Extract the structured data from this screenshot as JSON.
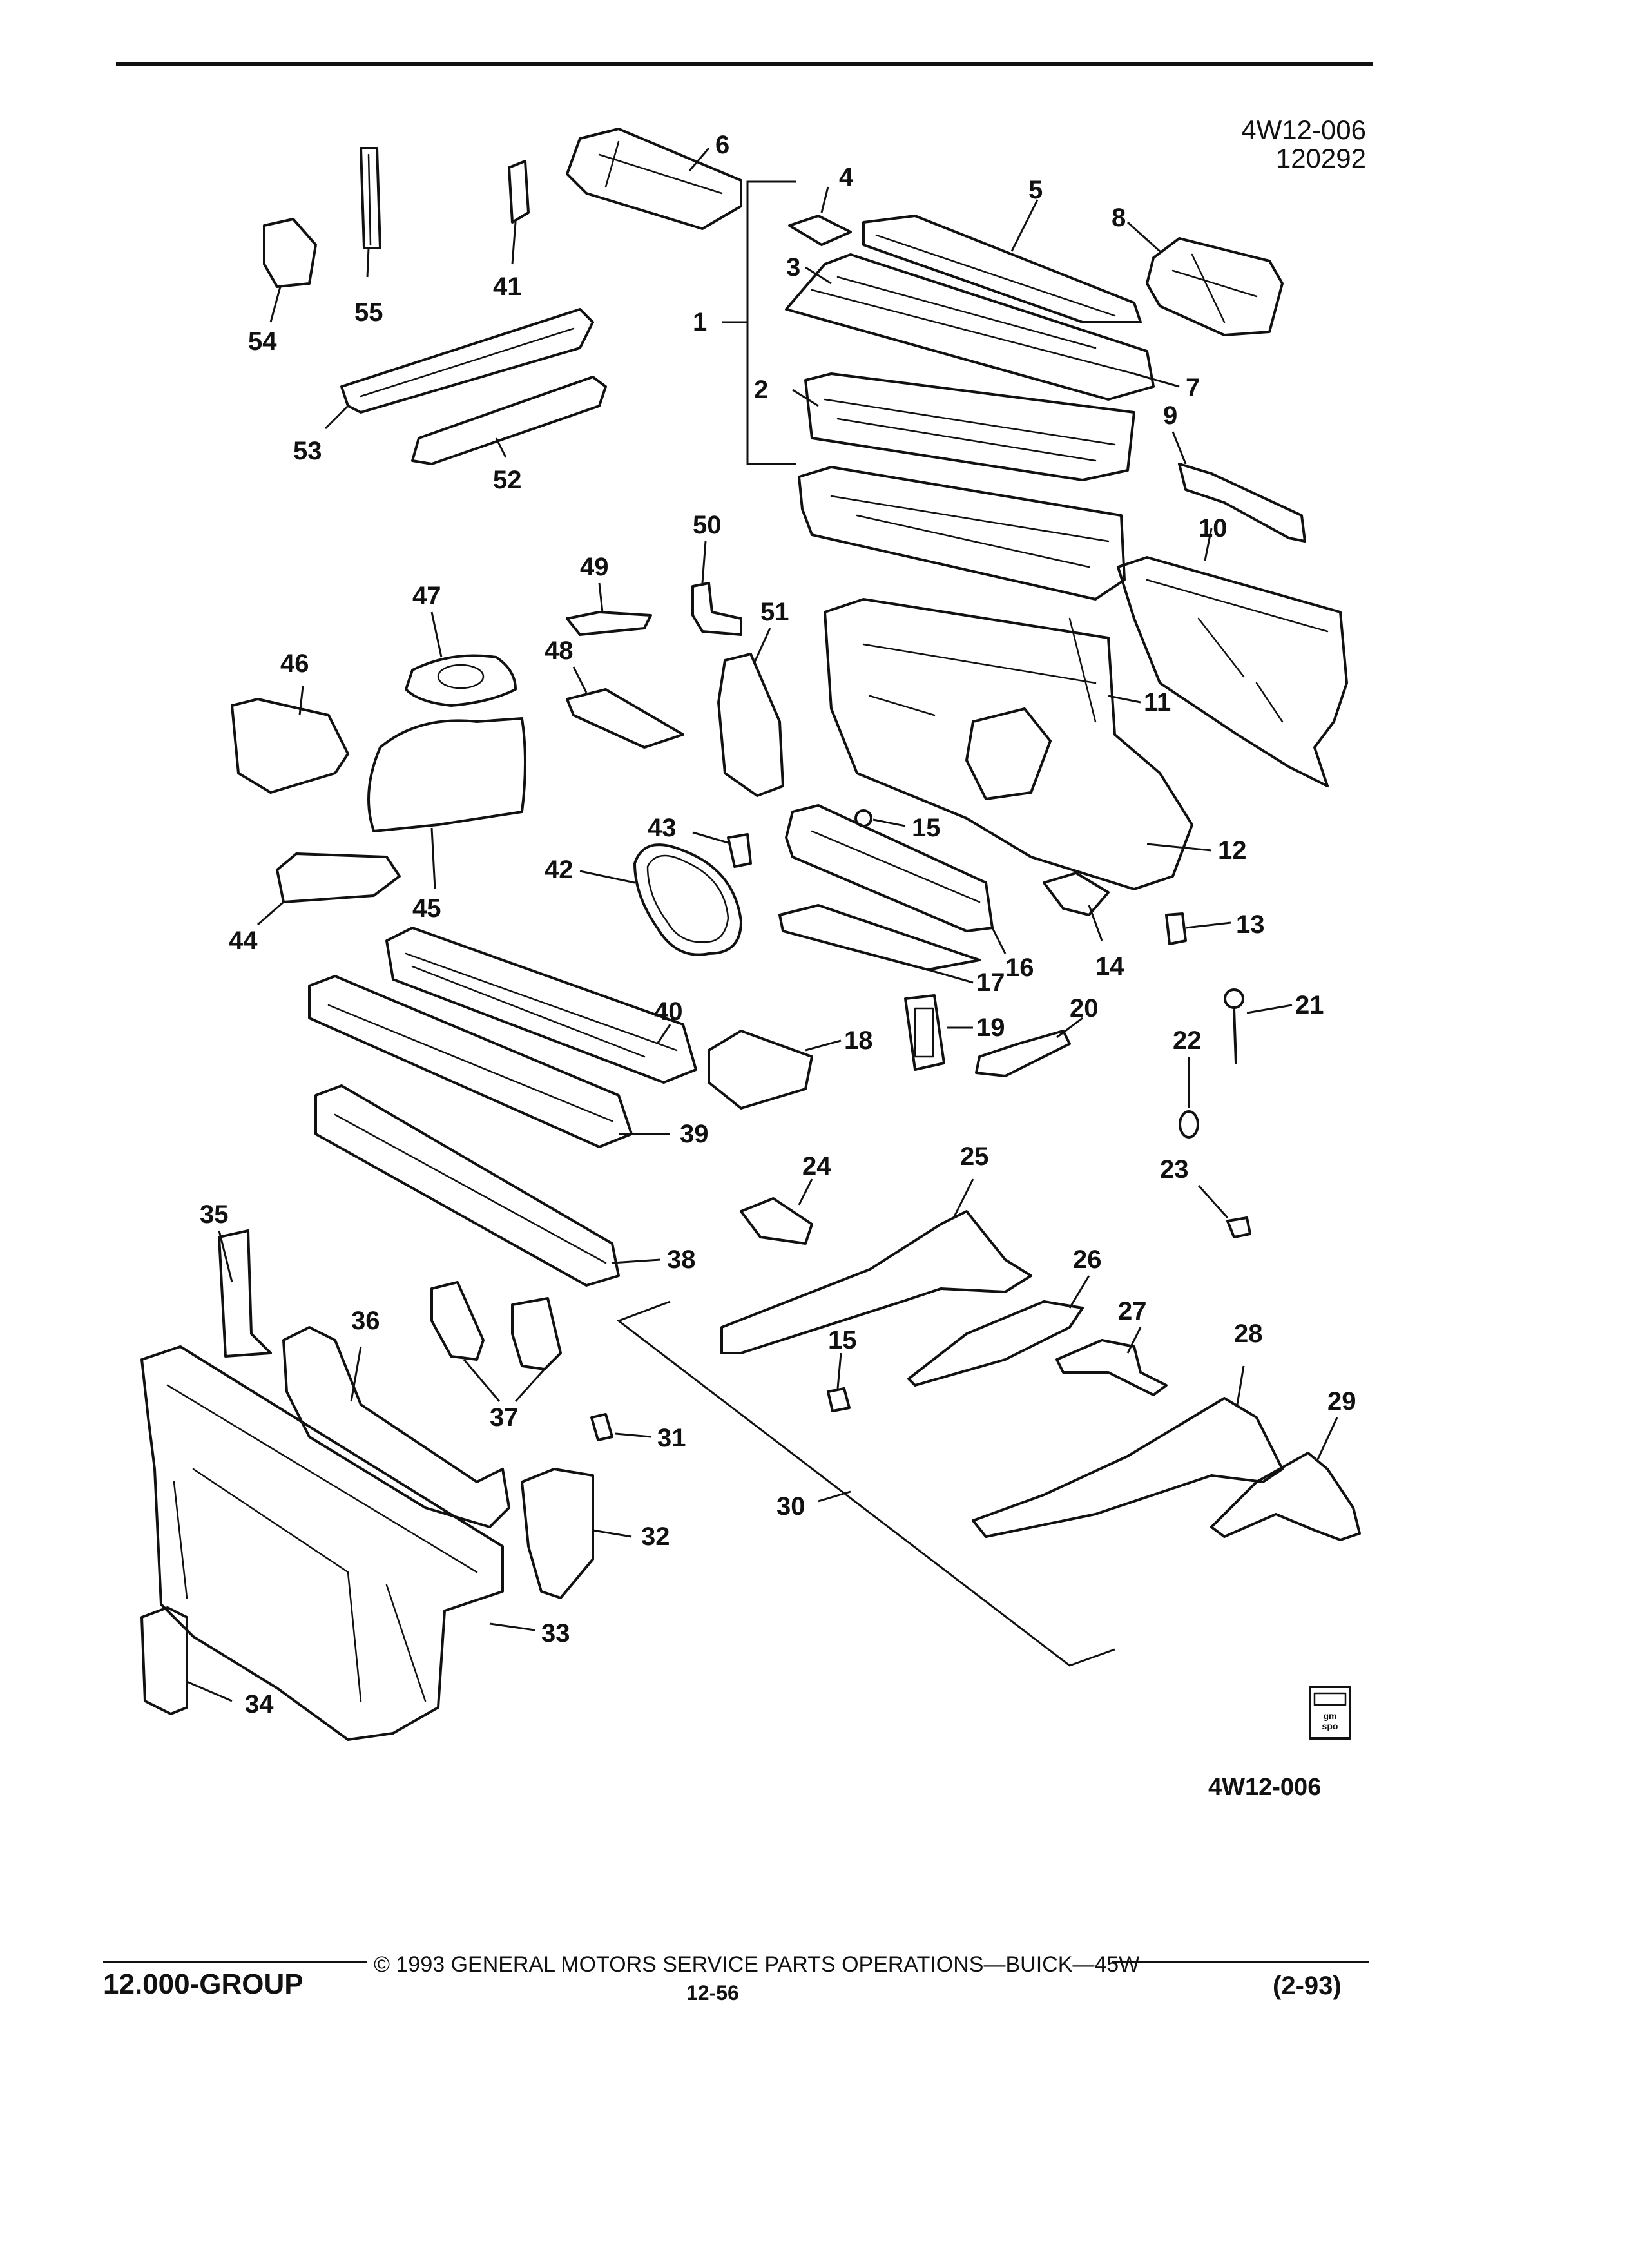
{
  "header": {
    "drawing_id": "4W12-006",
    "drawing_date": "120292"
  },
  "callouts": [
    "1",
    "2",
    "3",
    "4",
    "5",
    "6",
    "7",
    "8",
    "9",
    "10",
    "11",
    "12",
    "13",
    "14",
    "15",
    "15",
    "15",
    "16",
    "17",
    "18",
    "19",
    "20",
    "21",
    "22",
    "23",
    "24",
    "25",
    "26",
    "27",
    "28",
    "29",
    "30",
    "31",
    "32",
    "33",
    "34",
    "35",
    "36",
    "37",
    "38",
    "39",
    "40",
    "41",
    "42",
    "43",
    "44",
    "45",
    "46",
    "47",
    "48",
    "49",
    "50",
    "51",
    "52",
    "53",
    "54",
    "55"
  ],
  "logo": {
    "text": "gm spo"
  },
  "figure_code": "4W12-006",
  "footer": {
    "group": "12.000-GROUP",
    "copyright": "© 1993 GENERAL MOTORS SERVICE PARTS OPERATIONS—BUICK—45W",
    "page": "12-56",
    "revision": "(2-93)"
  }
}
